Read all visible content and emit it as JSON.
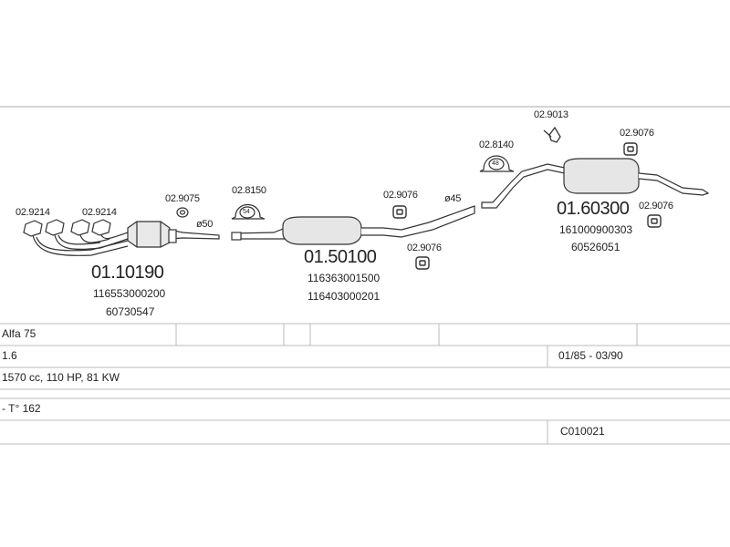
{
  "parts": {
    "downpipe": {
      "number": "01.10190",
      "oem1": "116553000200",
      "oem2": "60730547"
    },
    "middle": {
      "number": "01.50100",
      "oem1": "116363001500",
      "oem2": "116403000201"
    },
    "rear": {
      "number": "01.60300",
      "oem1": "161000900303",
      "oem2": "60526051"
    }
  },
  "fittings": {
    "gasket_a": "02.9214",
    "gasket_b": "02.9214",
    "ring_a": "02.9075",
    "clamp_a": "02.8150",
    "mount_a": "02.9076",
    "mount_b": "02.9076",
    "clamp_b": "02.8140",
    "hanger": "02.9013",
    "mount_c": "02.9076",
    "mount_d": "02.9076"
  },
  "dimensions": {
    "d50": "ø50",
    "d45": "ø45",
    "clamp_a_size": "54",
    "clamp_b_size": "48"
  },
  "table": {
    "model": "Alfa 75",
    "engine": "1.6",
    "date_range": "01/85 - 03/90",
    "spec": "1570 cc, 110 HP, 81 KW",
    "type": "- T° 162",
    "code": "C010021"
  },
  "colors": {
    "line": "#333333",
    "border": "#bbbbbb",
    "fill": "#dddddd"
  }
}
